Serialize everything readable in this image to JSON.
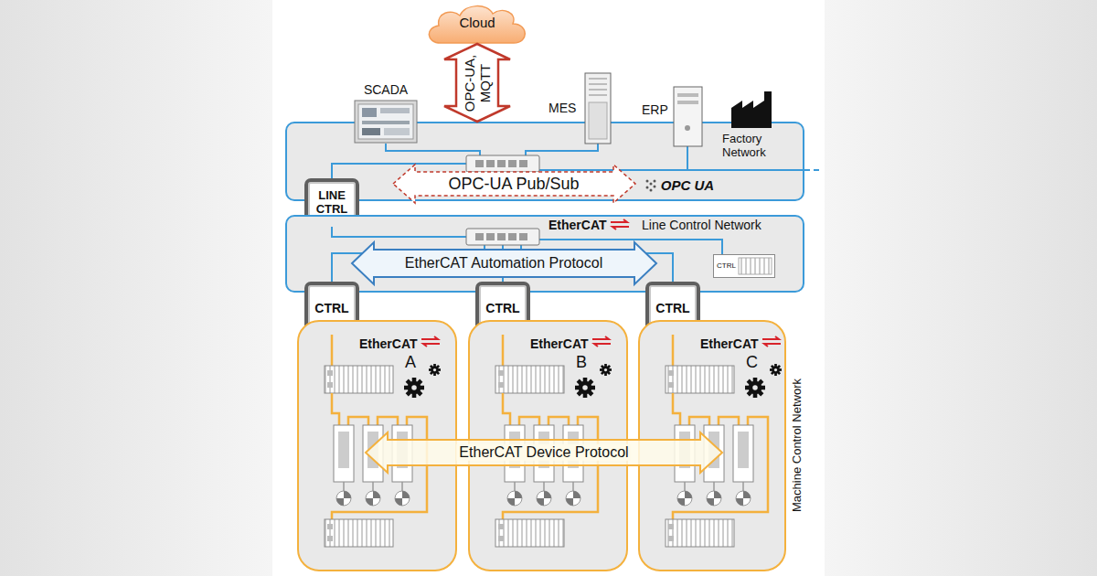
{
  "diagram": {
    "nodes": [
      {
        "text": [
          "Cloud"
        ]
      },
      {
        "text": [
          "SCADA"
        ]
      },
      {
        "text": [
          "MES"
        ]
      },
      {
        "text": [
          "ERP"
        ]
      },
      {
        "text": [
          "Factory Network"
        ]
      },
      {
        "text": [
          "LINE CTRL"
        ]
      },
      {
        "text": [
          "EtherCAT",
          "Line Control Network"
        ]
      },
      {
        "text": [
          "CTRL"
        ],
        "in": 6
      },
      {
        "text": [
          "CTRL"
        ]
      },
      {
        "text": [
          "CTRL"
        ]
      },
      {
        "text": [
          "CTRL"
        ]
      },
      {
        "text": [
          "EtherCAT",
          "A"
        ]
      },
      {
        "text": [
          "EtherCAT",
          "B"
        ]
      },
      {
        "text": [
          "EtherCAT",
          "C"
        ]
      }
    ],
    "edges": [
      {
        "from": 0,
        "to": 4,
        "arrow": "both",
        "label": "OPC-UA, MQTT"
      }
    ],
    "labels": [
      "OPC-UA Pub/Sub",
      "OPC UA",
      "EtherCAT Automation Protocol",
      "EtherCAT Device Protocol",
      "Machine Control Network"
    ]
  }
}
